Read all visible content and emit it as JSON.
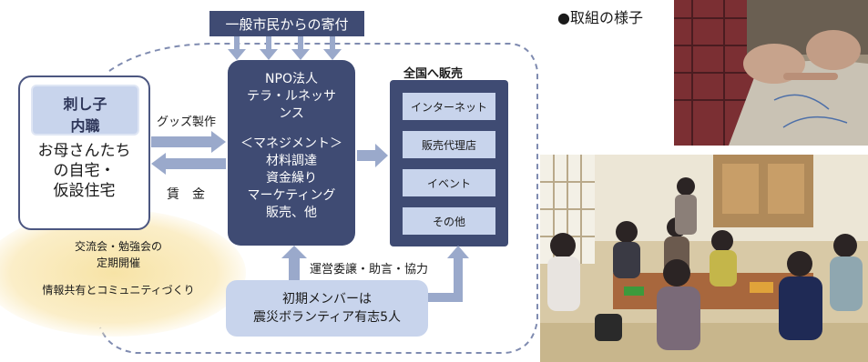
{
  "donation": "一般市民からの寄付",
  "artisan": {
    "title_line1": "刺し子",
    "title_line2": "内職",
    "mothers_line1": "お母さんたち",
    "mothers_line2": "の自宅・",
    "mothers_line3": "仮設住宅"
  },
  "goods_production": "グッズ製作",
  "wage": "賃　金",
  "npo": {
    "line1": "NPO法人",
    "line2": "テラ・ルネッサ",
    "line3": "ンス",
    "management": "＜マネジメント＞",
    "item1": "材料調達",
    "item2": "資金繰り",
    "item3": "マーケティング",
    "item4": "販売、他"
  },
  "sales": {
    "title": "全国へ販売",
    "channels": [
      "インターネット",
      "販売代理店",
      "イベント",
      "その他"
    ]
  },
  "community": {
    "line1": "交流会・勉強会の",
    "line2": "定期開催",
    "line3": "情報共有とコミュニティづくり"
  },
  "support": "運営委譲・助言・協力",
  "founders": {
    "line1": "初期メンバーは",
    "line2": "震災ボランティア有志5人"
  },
  "photos_caption": "●取組の様子",
  "colors": {
    "navy": "#3f4b73",
    "light_blue": "#c8d4ec",
    "arrow": "#9aa9cb",
    "community_glow": "#f7e3a6"
  }
}
